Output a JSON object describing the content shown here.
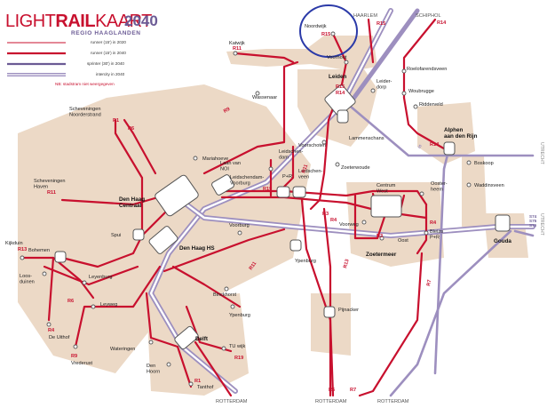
{
  "title": {
    "light": "LIGHT",
    "bold": "RAIL",
    "light2": "KAART",
    "year": "2040",
    "subtitle": "REGIO HAAGLANDEN"
  },
  "legend": [
    {
      "label": "runner (15') in 2020",
      "color": "#c8102e"
    },
    {
      "label": "runner (15') in 2040",
      "color": "#c8102e"
    },
    {
      "label": "sprinter (30') in 2040",
      "color": "#6b5b95"
    },
    {
      "label": "intercity in 2040",
      "color": "#9d8fbf"
    }
  ],
  "legend_note": "NB: stadstram niet weergegeven",
  "directions": {
    "haarlem": "HAARLEM",
    "schiphol": "SCHIPHOL",
    "utrecht1": "UTRECHT",
    "utrecht2": "UTRECHT",
    "rotterdam1": "ROTTERDAM",
    "rotterdam2": "ROTTERDAM",
    "rotterdam3": "ROTTERDAM"
  },
  "stations": {
    "katwijk": "Katwijk",
    "noordwijk": "Noordwijk",
    "voorhout": "Voorhout",
    "leiden": "Leiden",
    "roelofarendsveen": "Roelofarendsveen",
    "leiderdorp": "Leider-\ndorp",
    "woubrugge": "Woubrugge",
    "ridderveld": "Ridderveld",
    "alphen": "Alphen\naan den Rijn",
    "wassenaar": "Wassenaar",
    "scheveningen_noorderstrand": "Scheveningen\nNoorderstrand",
    "mariahoeve": "Mariahoeve",
    "voorschoten": "Voorschoten",
    "lammenschans": "Lammenschans",
    "zoeterwoude": "Zoeterwoude",
    "boskoop": "Boskoop",
    "waddinxveen": "Waddinxveen",
    "scheveningen_haven": "Scheveningen\nHaven",
    "den_haag_centraal": "Den Haag\nCentraal",
    "laan_van_noi": "Laan van\nNOI",
    "leidschendam": "Leidschen-\ndam",
    "leidschendam_voorburg": "Leidschendam-\nVoorburg",
    "pr1": "P+R",
    "leidschenveen": "Leidschen-\nveen",
    "centrum_west": "Centrum\nWest",
    "oosterheem": "Ooster-\nheem",
    "voorweg": "Voorweg",
    "oost": "Oost",
    "zoetermeer": "Zoetermeer",
    "bleizo": "Bleizo\nP+R",
    "gouda": "Gouda",
    "spui": "Spui",
    "voorburg": "Voorburg",
    "ypenburg": "Ypenburg",
    "den_haag_hs": "Den Haag HS",
    "binckhorst": "Binckhorst",
    "ypenburg2": "Ypenburg",
    "kijkduin": "Kijkduin",
    "bohemen": "Bohemen",
    "loosduinen": "Loos-\nduinen",
    "leyenburg": "Leyenburg",
    "leyweg": "Leyweg",
    "de_uithof": "De Uithof",
    "vrederust": "Vrederust",
    "wateringen": "Wateringen",
    "delft": "Delft",
    "tu_wijk": "TU wijk",
    "den_hoorn": "Den\nHoorn",
    "tanthof": "Tanthof",
    "pijnacker": "Pijnacker"
  },
  "lines": {
    "katwijk_r11": "R11",
    "noordwijk_r15": "R15",
    "r15_haarlem": "R15",
    "r14_schiphol": "R14",
    "leiden_r15": "R15",
    "leiden_r14": "R14",
    "r1_north": "R1",
    "r6_north": "R6",
    "r9_wassenaar": "R9",
    "r11_haven": "R11",
    "r11_mid": "R11",
    "r14_alphen": "R14",
    "r19_leidschendam": "R19",
    "r3_a": "R3",
    "r4_a": "R4",
    "r3_b": "R3",
    "r4_b": "R4",
    "r13_kijkduin": "R13",
    "r4_uithof": "R4",
    "r6_leyenburg": "R6",
    "r9_vrederust": "R9",
    "r11_south": "R11",
    "r19_tu": "R19",
    "r1_tanthof": "R1",
    "r13_pijnacker": "R13",
    "r7": "R7",
    "r6_rotterdam": "R6",
    "r7_rotterdam": "R7",
    "sprinter1": "S",
    "intercity_gouda": "S74\nS75\nS76"
  }
}
